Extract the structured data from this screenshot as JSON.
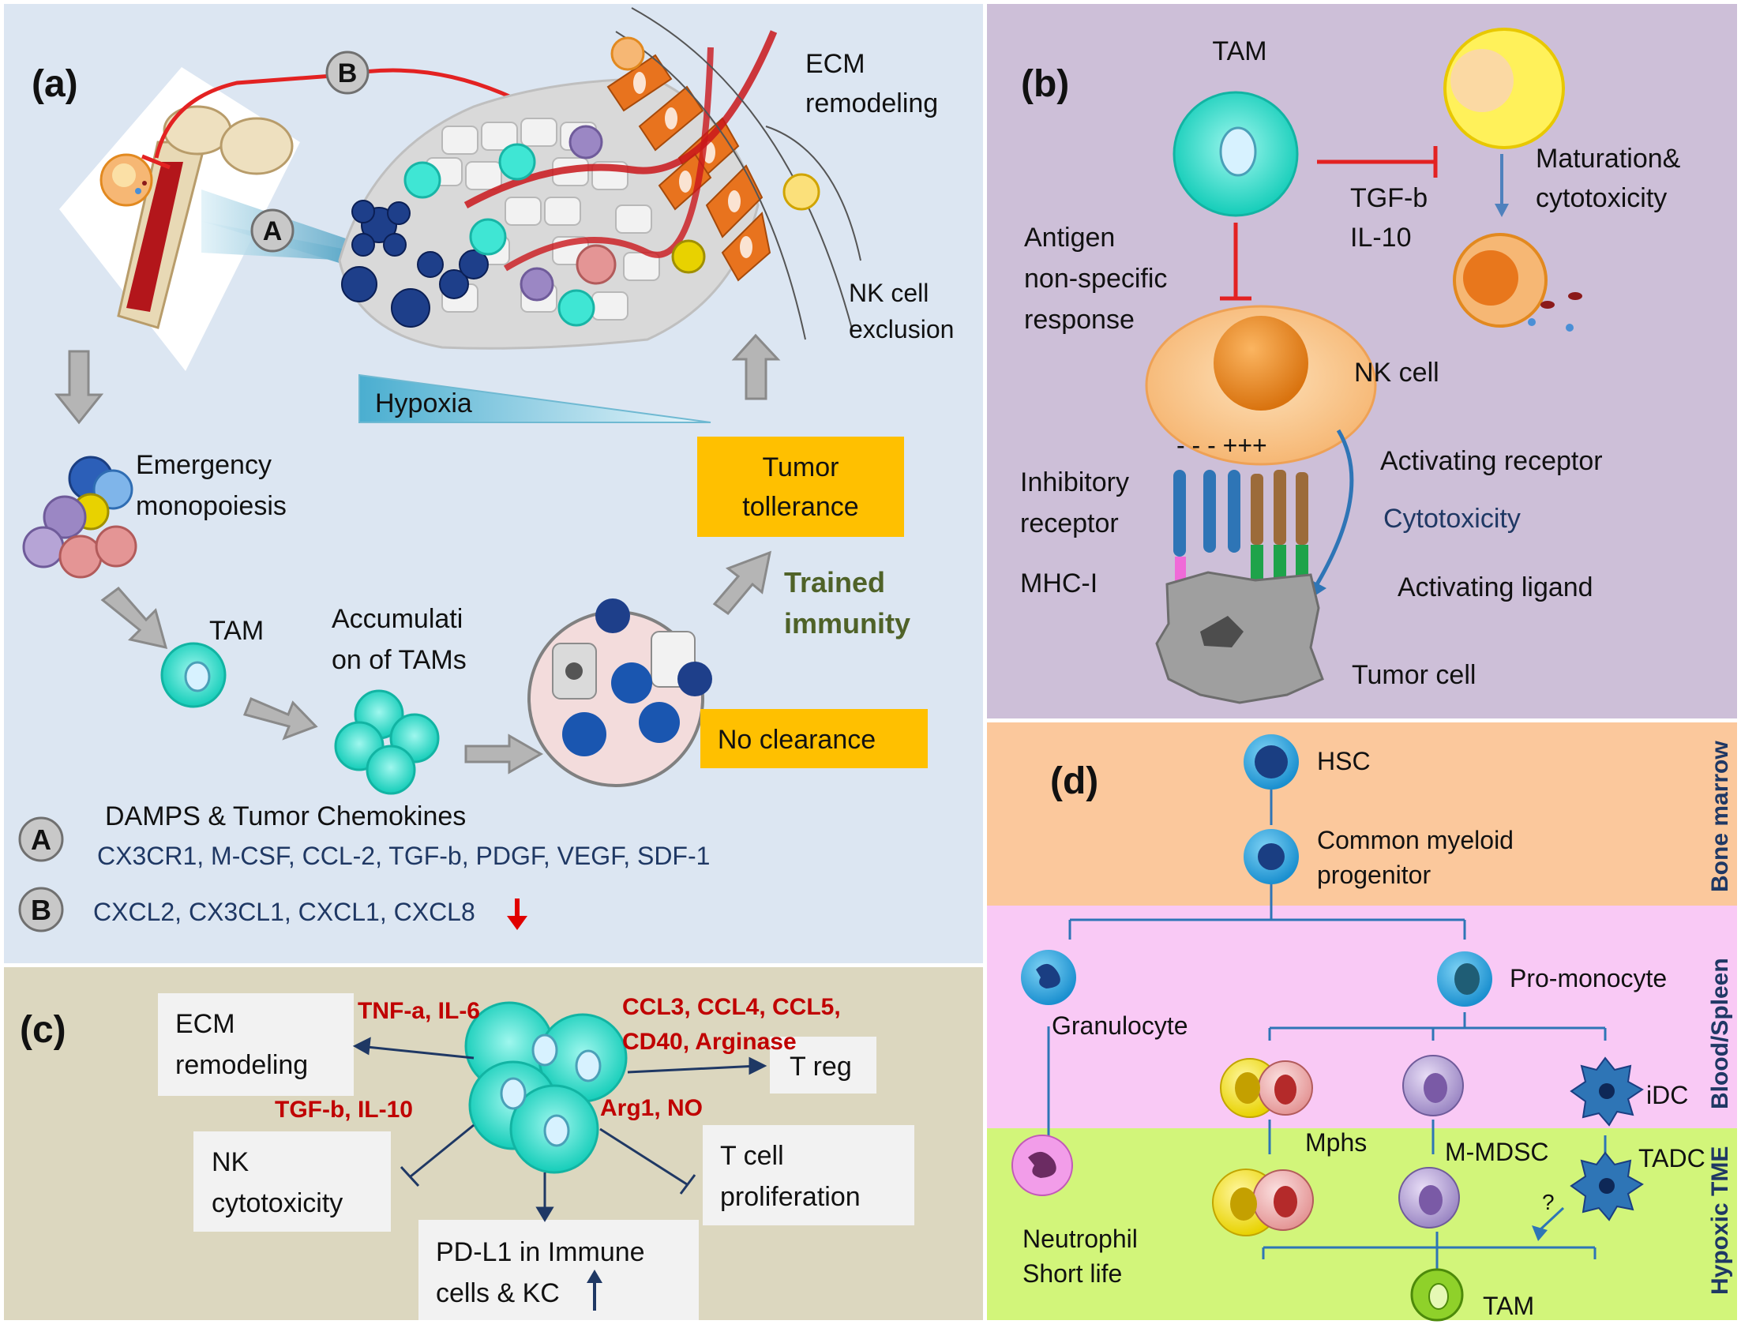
{
  "colors": {
    "panel_a_bg": "#dce6f2",
    "panel_b_bg": "#cdbfd8",
    "panel_c_bg": "#dcd7bf",
    "bone_marrow_bg": "#fbc89c",
    "blood_spleen_bg": "#f9c9f5",
    "hypoxic_bg": "#d2f57a",
    "tam_cyan": "#3fe6d4",
    "nk_orange": "#f39c33",
    "inhibit_red": "#e32222",
    "orange_box": "#ffc000",
    "trained_green": "#4f6228",
    "navy_text": "#1f3864",
    "dark_red_text": "#c00000"
  },
  "panel_a": {
    "label": "(a)",
    "badge_A": "A",
    "badge_B": "B",
    "ecm_remodeling": [
      "ECM",
      "remodeling"
    ],
    "nk_exclusion": [
      "NK cell",
      "exclusion"
    ],
    "hypoxia": "Hypoxia",
    "emergency": [
      "Emergency",
      "monopoiesis"
    ],
    "tam": "TAM",
    "accumulation": [
      "Accumulati",
      "on of TAMs"
    ],
    "tumor_tolerance": [
      "Tumor",
      "tollerance"
    ],
    "trained_immunity": [
      "Trained",
      "immunity"
    ],
    "no_clearance": "No clearance",
    "legend_A_title": "DAMPS & Tumor Chemokines",
    "legend_A_items": "CX3CR1, M-CSF, CCL-2, TGF-b, PDGF, VEGF, SDF-1",
    "legend_B_items": "CXCL2, CX3CL1, CXCL1, CXCL8"
  },
  "panel_b": {
    "label": "(b)",
    "tam": "TAM",
    "maturation": [
      "Maturation&",
      "cytotoxicity"
    ],
    "tgf_il10": [
      "TGF-b",
      "IL-10"
    ],
    "antigen": [
      "Antigen",
      "non-specific",
      "response"
    ],
    "nk_cell": "NK cell",
    "charges": "- - - +++",
    "activating_receptor": "Activating receptor",
    "cytotoxicity": "Cytotoxicity",
    "inhibitory_receptor": [
      "Inhibitory",
      "receptor"
    ],
    "mhc_i": "MHC-I",
    "activating_ligand": "Activating ligand",
    "tumor_cell": "Tumor cell"
  },
  "panel_c": {
    "label": "(c)",
    "ecm_box": [
      "ECM",
      "remodeling"
    ],
    "treg_box": "T reg",
    "nk_box": [
      "NK",
      "cytotoxicity"
    ],
    "tcell_box": [
      "T cell",
      "proliferation"
    ],
    "pdl1_box": [
      "PD-L1 in Immune",
      "cells & KC"
    ],
    "tnf": "TNF-a, IL-6",
    "ccl": [
      "CCL3, CCL4, CCL5,",
      "CD40, Arginase"
    ],
    "tgf": "TGF-b, IL-10",
    "arg": "Arg1, NO"
  },
  "panel_d": {
    "label": "(d)",
    "zone_bone": "Bone marrow",
    "zone_blood": "Blood/Spleen",
    "zone_hypoxic": "Hypoxic TME",
    "hsc": "HSC",
    "cmp": [
      "Common myeloid",
      "progenitor"
    ],
    "granulocyte": "Granulocyte",
    "promonocyte": "Pro-monocyte",
    "idc": "iDC",
    "mphs": "Mphs",
    "mmdsc": "M-MDSC",
    "tadc": "TADC",
    "question": "?",
    "neutrophil": [
      "Neutrophil",
      "Short life"
    ],
    "tam": "TAM"
  }
}
